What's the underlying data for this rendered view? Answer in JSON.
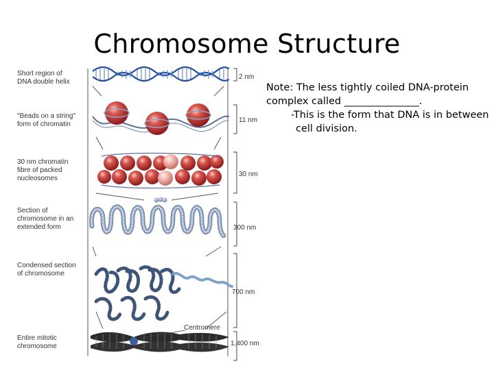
{
  "slide": {
    "title": "Chromosome Structure"
  },
  "note": {
    "line1": "Note:  The less tightly coiled DNA-protein",
    "line2": "complex called _______________.",
    "line3": "-This is the form that DNA is in between",
    "line4": "cell division."
  },
  "diagram": {
    "levels": [
      {
        "label": [
          "Short region of",
          "DNA double helix"
        ],
        "scale": "2 nm"
      },
      {
        "label": [
          "\"Beads on a string\"",
          "form of chromatin"
        ],
        "scale": "11 nm"
      },
      {
        "label": [
          "30 nm chromatin",
          "fibre of packed",
          "nucleosomes"
        ],
        "scale": "30 nm"
      },
      {
        "label": [
          "Section of",
          "chromosome in an",
          "extended form"
        ],
        "scale": "300 nm"
      },
      {
        "label": [
          "Condensed section",
          "of chromosome"
        ],
        "scale": "700 nm"
      },
      {
        "label": [
          "Entire mitotic",
          "chromosome"
        ],
        "scale": "1,400 nm"
      }
    ],
    "centromere_label": "Centromere",
    "colors": {
      "bead": "#c0393b",
      "dna": "#5a6f9c",
      "chromosome": "#2b2b2b",
      "fiber": "#8fa3be"
    }
  }
}
